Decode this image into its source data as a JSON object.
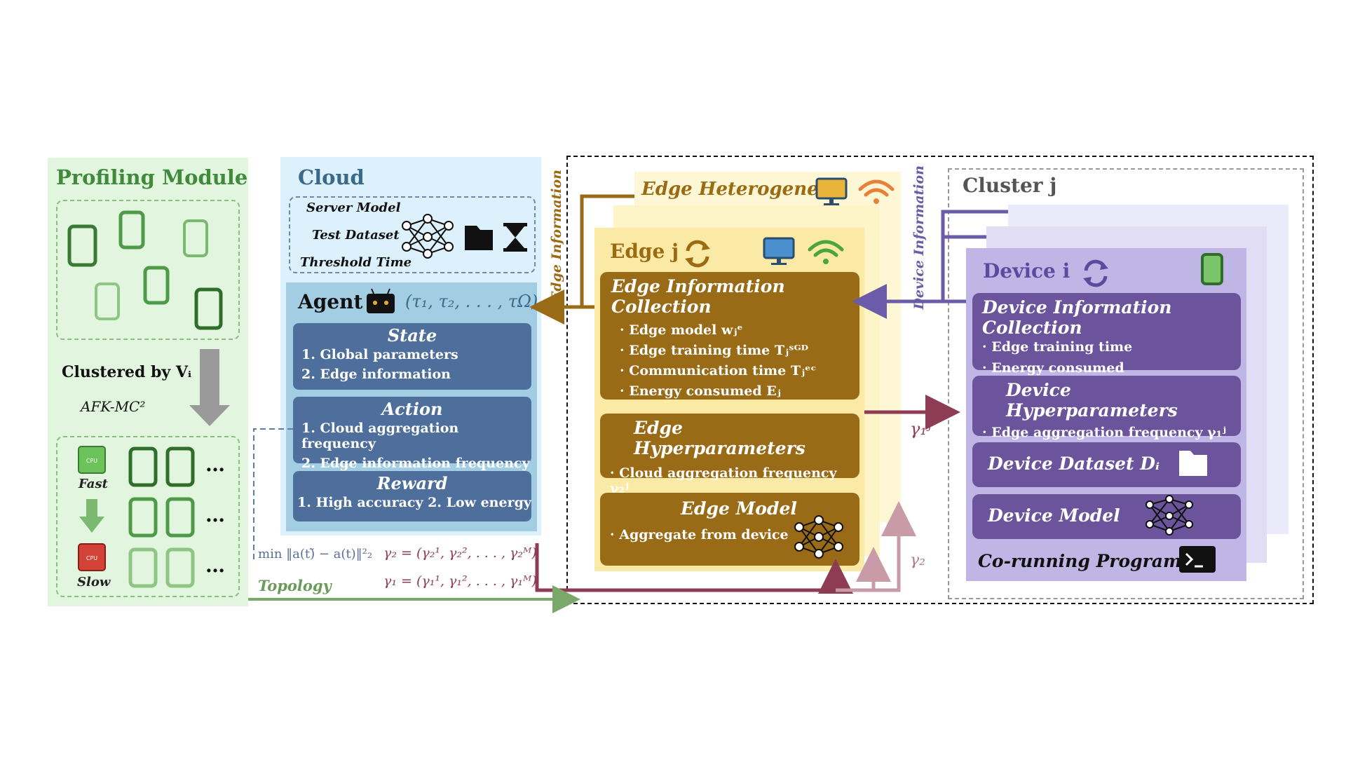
{
  "profiling": {
    "title": "Profiling Module",
    "clustered_by": "Clustered by Vᵢ",
    "algorithm": "AFK-MC²",
    "fast": "Fast",
    "slow": "Slow",
    "ellipsis": "…"
  },
  "cloud": {
    "title": "Cloud",
    "items": [
      "Server Model",
      "Test Dataset",
      "Threshold Time"
    ],
    "agent": {
      "title": "Agent",
      "tau": "(τ₁, τ₂, . . . , τΩ)",
      "state": {
        "title": "State",
        "lines": [
          "1. Global parameters",
          "2. Edge information"
        ]
      },
      "action": {
        "title": "Action",
        "lines": [
          "1. Cloud aggregation frequency",
          "2. Edge information frequency"
        ]
      },
      "reward": {
        "title": "Reward",
        "lines": [
          "1. High accuracy 2. Low energy"
        ]
      }
    }
  },
  "edge": {
    "heterogeneity": "Edge Heterogeneity",
    "title": "Edge j",
    "info_collection": {
      "title": "Edge Information Collection",
      "lines": [
        "Edge model  wⱼᵉ",
        "Edge training time  Tⱼˢᴳᴰ",
        "Communication time  Tⱼᵉᶜ",
        "Energy consumed  Eⱼ"
      ]
    },
    "hyper": {
      "title": "Edge Hyperparameters",
      "lines": [
        "Cloud aggregation frequency  γ₂ʲ"
      ]
    },
    "model": {
      "title": "Edge Model",
      "lines": [
        "Aggregate from device"
      ]
    }
  },
  "cluster": {
    "title": "Cluster j",
    "device_title": "Device i",
    "info_collection": {
      "title": "Device Information Collection",
      "lines": [
        "Edge training time",
        "Energy consumed"
      ]
    },
    "hyper": {
      "title": "Device Hyperparameters",
      "lines": [
        "Edge aggregation frequency  γ₁ʲ"
      ]
    },
    "dataset": "Device Dataset  Dᵢ",
    "model": "Device Model",
    "corunning": "Co-running Programes"
  },
  "labels": {
    "edge_information": "Edge Information",
    "device_information": "Device Information",
    "topology": "Topology",
    "min_expr": "min ‖a(t)̃ − a(t)‖²₂",
    "gamma2_expr": "γ₂ = (γ₂¹, γ₂², . . . , γ₂ᴹ)",
    "gamma1_expr": "γ₁ = (γ₁¹, γ₁², . . . , γ₁ᴹ)",
    "gamma1j": "γ₁ʲ",
    "gamma2": "γ₂"
  },
  "colors": {
    "green": "#3f8a3b",
    "cloud_blue": "#4e6f9b",
    "edge_brown": "#9a6b17",
    "device_purple": "#6c549d",
    "arrow_maroon": "#8e3b55"
  }
}
